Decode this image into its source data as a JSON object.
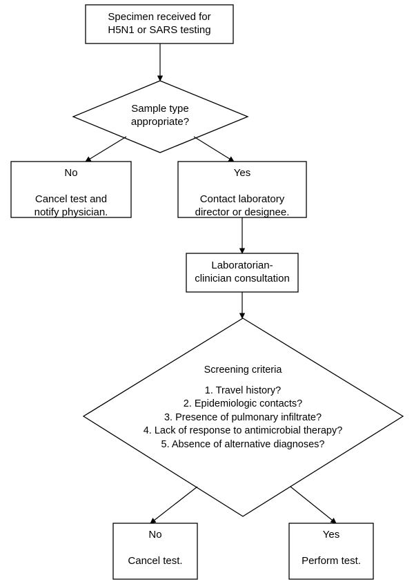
{
  "nodes": {
    "specimen": {
      "lines": [
        "Specimen received for",
        "H5N1 or SARS testing"
      ]
    },
    "sample_type": {
      "lines": [
        "Sample type",
        "appropriate?"
      ]
    },
    "no1": {
      "title": "No",
      "lines": [
        "Cancel test and",
        "notify physician."
      ]
    },
    "yes1": {
      "title": "Yes",
      "lines": [
        "Contact laboratory",
        "director or designee."
      ]
    },
    "consult": {
      "lines": [
        "Laboratorian-",
        "clinician consultation"
      ]
    },
    "screening": {
      "title": "Screening criteria",
      "criteria": [
        "1.  Travel history?",
        "2.  Epidemiologic contacts?",
        "3.  Presence of pulmonary infiltrate?",
        "4.  Lack of response to antimicrobial therapy?",
        "5. Absence of alternative diagnoses?"
      ]
    },
    "no2": {
      "title": "No",
      "lines": [
        "Cancel test."
      ]
    },
    "yes2": {
      "title": "Yes",
      "lines": [
        "Perform test."
      ]
    }
  }
}
